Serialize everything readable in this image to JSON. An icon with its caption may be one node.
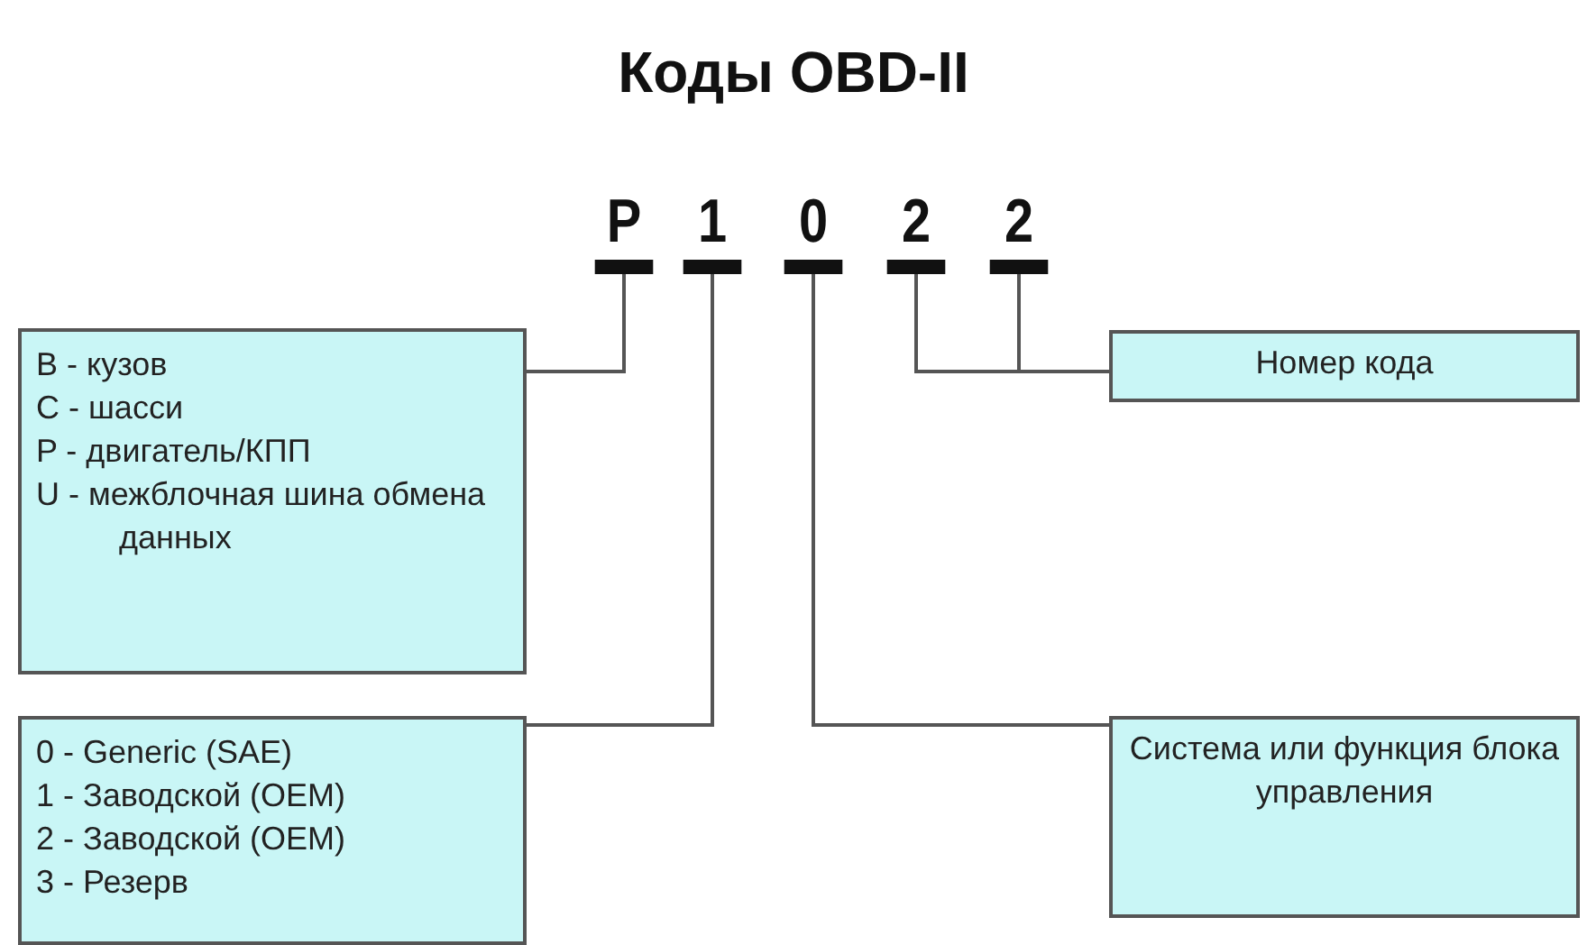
{
  "diagram": {
    "title": "Коды OBD-II",
    "nodes": [
      {
        "text": [
          "P"
        ]
      },
      {
        "text": [
          "1"
        ]
      },
      {
        "text": [
          "0"
        ]
      },
      {
        "text": [
          "2"
        ]
      },
      {
        "text": [
          "2"
        ]
      },
      {
        "text": [
          "B - кузов",
          "C - шасси",
          "P - двигатель/КПП",
          "U - межблочная шина обмена данных"
        ]
      },
      {
        "text": [
          "Номер кода"
        ]
      },
      {
        "text": [
          "0 - Generic (SAE)",
          "1 - Заводской (OEM)",
          "2 - Заводской (OEM)",
          "3 - Резерв"
        ]
      },
      {
        "text": [
          "Система или функция блока управления"
        ]
      }
    ],
    "edges": [
      {
        "from": 0,
        "to": 5,
        "arrow": "none"
      },
      {
        "from": 1,
        "to": 7,
        "arrow": "none"
      },
      {
        "from": 2,
        "to": 8,
        "arrow": "none"
      },
      {
        "from": 3,
        "to": 6,
        "arrow": "none"
      },
      {
        "from": 4,
        "to": 6,
        "arrow": "none"
      }
    ]
  }
}
